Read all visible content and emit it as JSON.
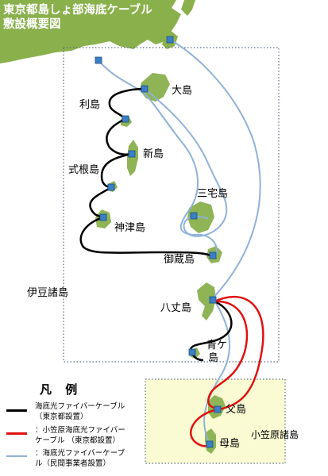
{
  "title": {
    "line1": "東京都島しょ部海底ケーブル",
    "line2": "敷設概要図"
  },
  "colors": {
    "land": "#8ab04c",
    "land_light": "#8fb456",
    "tokyo_cable": "#000000",
    "ogasawara_cable": "#e01010",
    "private_cable": "#8fb2d8",
    "node": "#3b7fc4",
    "ogasawara_region_fill": "#fbfbd3",
    "region_border": "#5a6c80"
  },
  "regions": {
    "izu": "伊豆諸島",
    "ogasawara": "小笠原諸島"
  },
  "islands": {
    "oshima": "大島",
    "toshima": "利島",
    "niijima": "新島",
    "shikinejima": "式根島",
    "kozushima": "神津島",
    "miyakejima": "三宅島",
    "mikurajima": "御蔵島",
    "hachijojima": "八丈島",
    "aogashima_1": "青ケ",
    "aogashima_2": "島",
    "chichijima": "父島",
    "hahajima": "母島"
  },
  "legend": {
    "title": "凡 例",
    "items": [
      {
        "line1": "海底光ファイバーケーブル",
        "line2": "（東京都設置）",
        "color": "#000000"
      },
      {
        "line1": "：小笠原海底光ファイバー",
        "line2": "ケーブル （東京都設置）",
        "color": "#e01010"
      },
      {
        "line1": "：海底光ファイバーケーブ",
        "line2": "ル（民間事業者設置）",
        "color": "#8fb2d8"
      }
    ]
  }
}
